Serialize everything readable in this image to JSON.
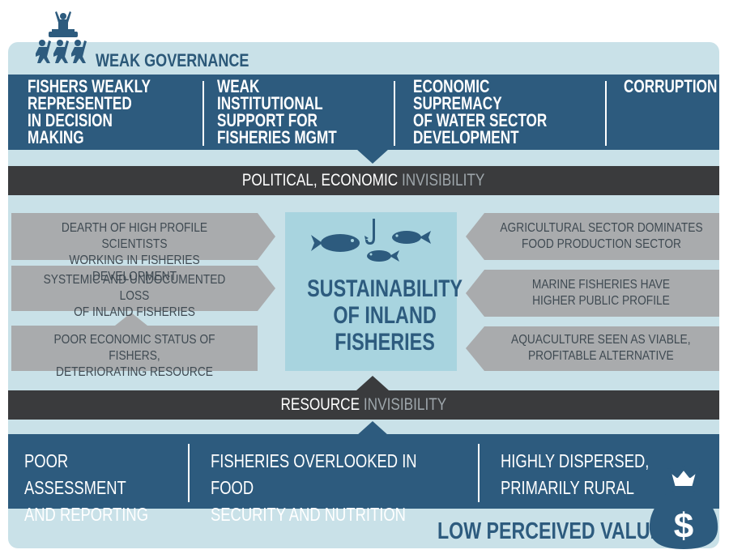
{
  "governance": {
    "title": "WEAK GOVERNANCE",
    "cells": [
      "FISHERS WEAKLY\nREPRESENTED\nIN DECISION MAKING",
      "WEAK INSTITUTIONAL\nSUPPORT FOR\nFISHERIES MGMT",
      "ECONOMIC SUPREMACY\nOF WATER SECTOR\nDEVELOPMENT",
      "CORRUPTION"
    ]
  },
  "political_bar": {
    "main": "POLITICAL, ECONOMIC",
    "faded": "INVISIBILITY"
  },
  "left_items": [
    "DEARTH OF HIGH PROFILE SCIENTISTS\nWORKING IN FISHERIES DEVELOPMENT",
    "SYSTEMIC AND UNDOCUMENTED LOSS\nOF INLAND FISHERIES",
    "POOR ECONOMIC STATUS OF FISHERS,\nDETERIORATING RESOURCE"
  ],
  "right_items": [
    "AGRICULTURAL SECTOR DOMINATES\nFOOD PRODUCTION SECTOR",
    "MARINE FISHERIES HAVE\nHIGHER PUBLIC PROFILE",
    "AQUACULTURE SEEN AS VIABLE,\nPROFITABLE ALTERNATIVE"
  ],
  "center": {
    "title": "SUSTAINABILITY\nOF INLAND\nFISHERIES"
  },
  "resource_bar": {
    "main": "RESOURCE",
    "faded": "INVISIBILITY"
  },
  "resource": {
    "cells": [
      "POOR ASSESSMENT\nAND REPORTING",
      "FISHERIES OVERLOOKED IN FOOD\nSECURITY AND NUTRITION",
      "HIGHLY DISPERSED,\nPRIMARILY RURAL"
    ],
    "footer": "LOW PERCEIVED VALUE"
  },
  "icons": {
    "top": "people-carrying-person-icon",
    "center": "fish-and-hook-icon",
    "bottom": "money-bag-icon",
    "money_symbol": "$"
  },
  "colors": {
    "navy": "#2d5b7e",
    "light_blue": "#c9e1e8",
    "center_blue": "#a8d4df",
    "dark_bar": "#3a3b3d",
    "grey_arrow": "#a9abad"
  }
}
